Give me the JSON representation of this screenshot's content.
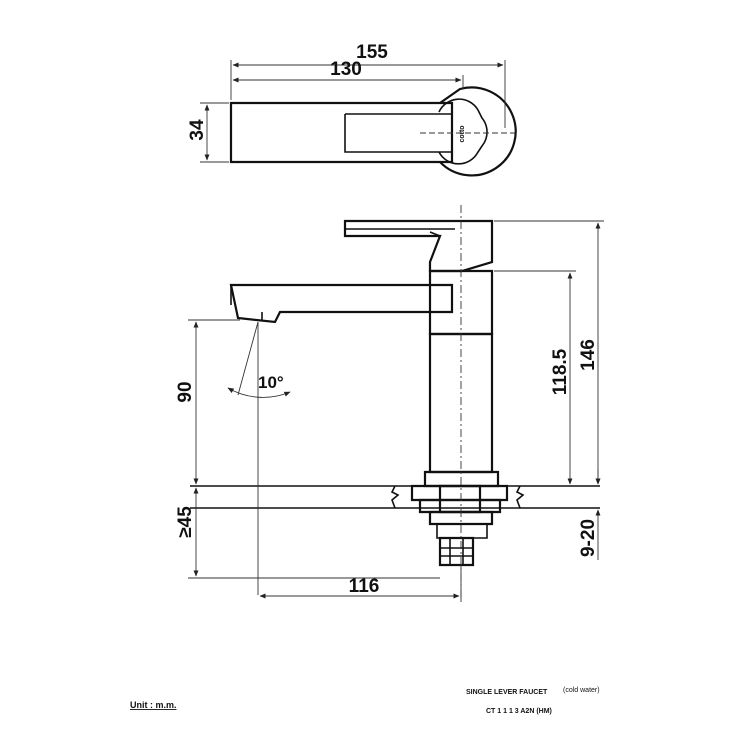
{
  "dimensions": {
    "top_overall_width": "155",
    "top_body_width": "130",
    "top_height": "34",
    "spout_height": "90",
    "spout_angle": "10°",
    "body_height": "118.5",
    "overall_height": "146",
    "below_counter": "≥45",
    "counter_thickness": "9-20",
    "spout_reach": "116"
  },
  "logo_text": "cotto",
  "footer": {
    "unit_label": "Unit : m.m.",
    "product_name": "SINGLE LEVER FAUCET",
    "product_note": "(cold water)",
    "model_code": "CT 1 1 1 3 A2N (HM)"
  }
}
